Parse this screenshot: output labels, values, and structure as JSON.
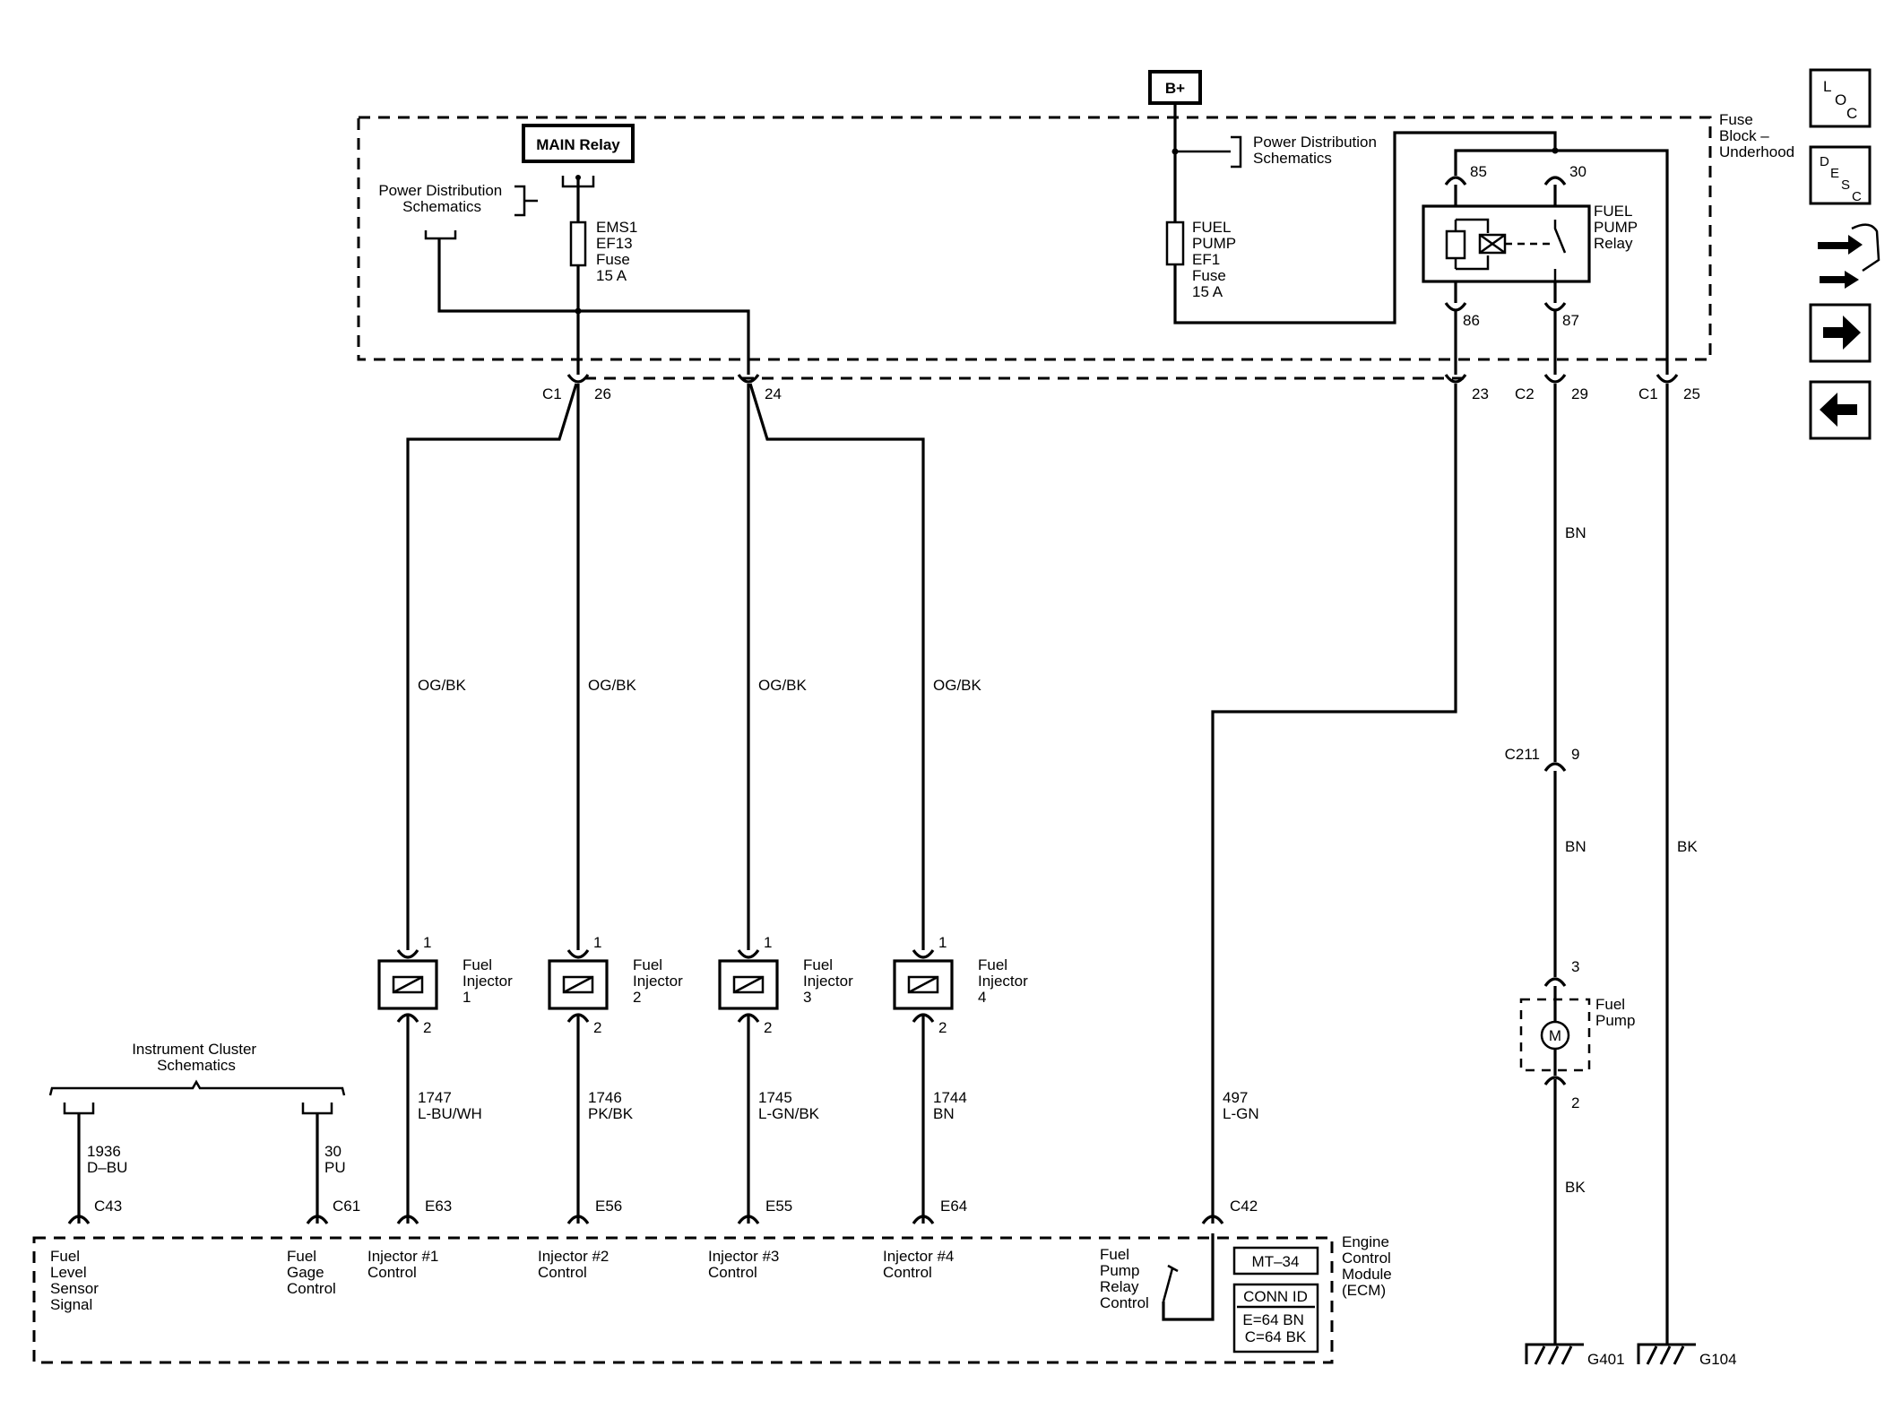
{
  "battery": "B+",
  "main_relay": "MAIN Relay",
  "power_dist_left": [
    "Power Distribution",
    "Schematics"
  ],
  "power_dist_right": [
    "Power Distribution",
    "Schematics"
  ],
  "fuse_ems1": [
    "EMS1",
    "EF13",
    "Fuse",
    "15 A"
  ],
  "fuse_fuel_pump": [
    "FUEL",
    "PUMP",
    "EF1",
    "Fuse",
    "15 A"
  ],
  "fuse_block": [
    "Fuse",
    "Block –",
    "Underhood"
  ],
  "fuel_pump_relay": {
    "label": [
      "FUEL",
      "PUMP",
      "Relay"
    ],
    "pins": {
      "p85": "85",
      "p30": "30",
      "p86": "86",
      "p87": "87"
    }
  },
  "connectors_top": {
    "c1_left": "C1",
    "pin26": "26",
    "pin24": "24",
    "pin23": "23",
    "c2": "C2",
    "pin29": "29",
    "c1_right": "C1",
    "pin25": "25"
  },
  "injectors": [
    {
      "wire_top": "OG/BK",
      "pin_top": "1",
      "label": [
        "Fuel",
        "Injector",
        "1"
      ],
      "pin_bottom": "2",
      "circuit": "1747",
      "wire_bottom": "L-BU/WH",
      "connector": "E63",
      "ecm_label": [
        "Injector #1",
        "Control"
      ]
    },
    {
      "wire_top": "OG/BK",
      "pin_top": "1",
      "label": [
        "Fuel",
        "Injector",
        "2"
      ],
      "pin_bottom": "2",
      "circuit": "1746",
      "wire_bottom": "PK/BK",
      "connector": "E56",
      "ecm_label": [
        "Injector #2",
        "Control"
      ]
    },
    {
      "wire_top": "OG/BK",
      "pin_top": "1",
      "label": [
        "Fuel",
        "Injector",
        "3"
      ],
      "pin_bottom": "2",
      "circuit": "1745",
      "wire_bottom": "L-GN/BK",
      "connector": "E55",
      "ecm_label": [
        "Injector #3",
        "Control"
      ]
    },
    {
      "wire_top": "OG/BK",
      "pin_top": "1",
      "label": [
        "Fuel",
        "Injector",
        "4"
      ],
      "pin_bottom": "2",
      "circuit": "1744",
      "wire_bottom": "BN",
      "connector": "E64",
      "ecm_label": [
        "Injector #4",
        "Control"
      ]
    }
  ],
  "instrument_cluster": [
    "Instrument Cluster",
    "Schematics"
  ],
  "fuel_level": {
    "circuit": "1936",
    "wire": "D–BU",
    "connector": "C43",
    "ecm_label": [
      "Fuel",
      "Level",
      "Sensor",
      "Signal"
    ]
  },
  "fuel_gage": {
    "circuit": "30",
    "wire": "PU",
    "connector": "C61",
    "ecm_label": [
      "Fuel",
      "Gage",
      "Control"
    ]
  },
  "pump_relay_control": {
    "circuit": "497",
    "wire": "L-GN",
    "connector": "C42",
    "ecm_label": [
      "Fuel",
      "Pump",
      "Relay",
      "Control"
    ]
  },
  "fuel_pump_circuit": {
    "wire_upper": "BN",
    "c211": "C211",
    "c211_pin": "9",
    "wire_mid": "BN",
    "pump_pin_top": "3",
    "pump_label": [
      "Fuel",
      "Pump"
    ],
    "motor": "M",
    "pump_pin_bottom": "2",
    "wire_lower": "BK",
    "ground": "G401"
  },
  "ground_circuit": {
    "wire": "BK",
    "ground": "G104"
  },
  "ecm": {
    "label": [
      "Engine",
      "Control",
      "Module",
      "(ECM)"
    ],
    "mt": "MT–34",
    "conn_id_title": "CONN ID",
    "conn_id": [
      "E=64 BN",
      "C=64 BK"
    ]
  },
  "nav_icons": {
    "loc": [
      "L",
      "O",
      "C"
    ],
    "desc": [
      "D",
      "E",
      "S",
      "C"
    ]
  }
}
